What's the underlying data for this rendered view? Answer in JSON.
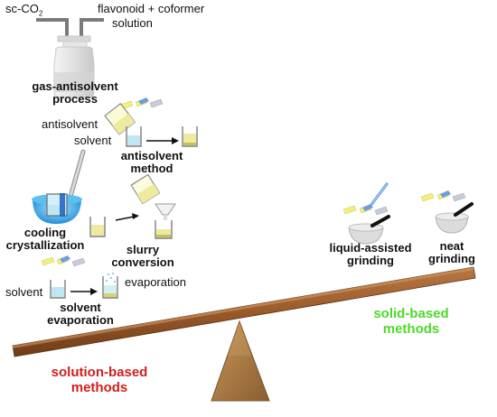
{
  "labels": {
    "sc_co2": "sc-CO",
    "sc_co2_subscript": "2",
    "flavonoid_coformer": "flavonoid + coformer",
    "solution": "solution",
    "gas_antisolvent_line1": "gas-antisolvent",
    "gas_antisolvent_line2": "process",
    "antisolvent": "antisolvent",
    "solvent_top": "solvent",
    "antisolvent_method_line1": "antisolvent",
    "antisolvent_method_line2": "method",
    "cooling_line1": "cooling",
    "cooling_line2": "crystallization",
    "slurry_line1": "slurry",
    "slurry_line2": "conversion",
    "solvent_bottom": "solvent",
    "evaporation": "evaporation",
    "solvent_evap_line1": "solvent",
    "solvent_evap_line2": "evaporation",
    "lag_line1": "liquid-assisted",
    "lag_line2": "grinding",
    "neat_line1": "neat",
    "neat_line2": "grinding",
    "solution_based_line1": "solution-based",
    "solution_based_line2": "methods",
    "solid_based_line1": "solid-based",
    "solid_based_line2": "methods"
  },
  "colors": {
    "solution_based": "#d21e1e",
    "solid_based": "#4cd92a",
    "plank": "#9a5a2a",
    "fulcrum": "#b98a52",
    "solvent_liquid": "#bfe6f5",
    "antisolvent_liquid": "#eeeaa0",
    "ice_bath": "#2b9ee0"
  },
  "icons": [
    "reactor-vessel-icon",
    "crystals-icon",
    "beaker-icon",
    "arrow-icon",
    "pipette-icon",
    "ice-bath-icon",
    "funnel-icon",
    "mortar-pestle-icon",
    "balance-plank-icon",
    "fulcrum-icon"
  ]
}
